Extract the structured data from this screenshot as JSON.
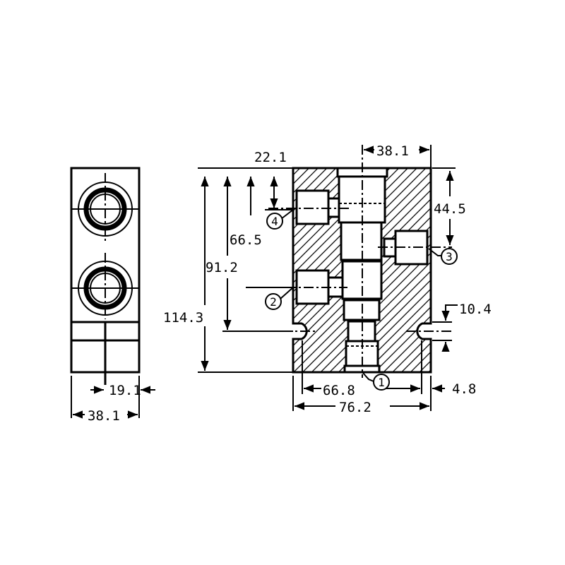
{
  "side_view": {
    "dims": {
      "center_offset": "19.1",
      "width": "38.1"
    }
  },
  "section_view": {
    "dims": {
      "port4_depth": "22.1",
      "port3_offset_top": "38.1",
      "port3_depth": "44.5",
      "port2_depth": "66.5",
      "notch_depth": "91.2",
      "total_height": "114.3",
      "notch_width": "10.4",
      "notch_spacing": "66.8",
      "notch_edge": "4.8",
      "total_width": "76.2"
    },
    "ports": [
      "1",
      "2",
      "3",
      "4"
    ]
  }
}
